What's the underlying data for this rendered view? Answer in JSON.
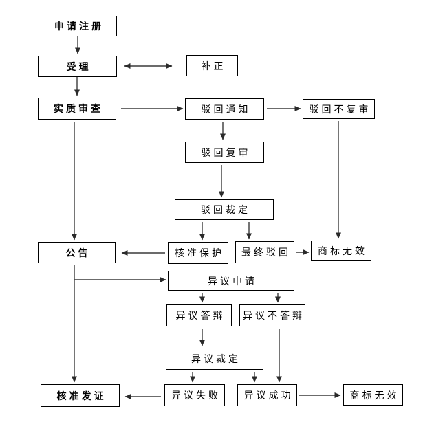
{
  "flowchart": {
    "nodes": {
      "apply": {
        "label": "申请注册"
      },
      "accept": {
        "label": "受理"
      },
      "correction": {
        "label": "补正"
      },
      "exam": {
        "label": "实质审查"
      },
      "reject_notice": {
        "label": "驳回通知"
      },
      "reject_no_review": {
        "label": "驳回不复审"
      },
      "reject_review": {
        "label": "驳回复审"
      },
      "reject_ruling": {
        "label": "驳回裁定"
      },
      "announce": {
        "label": "公告"
      },
      "approve_protect": {
        "label": "核准保护"
      },
      "final_reject": {
        "label": "最终驳回"
      },
      "invalid_1": {
        "label": "商标无效"
      },
      "opposition_apply": {
        "label": "异议申请"
      },
      "opposition_defense": {
        "label": "异议答辩"
      },
      "opposition_no_defense": {
        "label": "异议不答辩"
      },
      "opposition_ruling": {
        "label": "异议裁定"
      },
      "issue_cert": {
        "label": "核准发证"
      },
      "opposition_fail": {
        "label": "异议失败"
      },
      "opposition_success": {
        "label": "异议成功"
      },
      "invalid_2": {
        "label": "商标无效"
      }
    },
    "edges": [
      {
        "from": "apply",
        "to": "accept",
        "type": "arrow"
      },
      {
        "from": "accept",
        "to": "correction",
        "type": "double-arrow"
      },
      {
        "from": "accept",
        "to": "exam",
        "type": "arrow"
      },
      {
        "from": "exam",
        "to": "reject_notice",
        "type": "arrow"
      },
      {
        "from": "exam",
        "to": "announce",
        "type": "arrow"
      },
      {
        "from": "reject_notice",
        "to": "reject_no_review",
        "type": "arrow"
      },
      {
        "from": "reject_notice",
        "to": "reject_review",
        "type": "arrow"
      },
      {
        "from": "reject_review",
        "to": "reject_ruling",
        "type": "arrow"
      },
      {
        "from": "reject_ruling",
        "to": "approve_protect",
        "type": "arrow"
      },
      {
        "from": "reject_ruling",
        "to": "final_reject",
        "type": "arrow"
      },
      {
        "from": "approve_protect",
        "to": "announce",
        "type": "arrow"
      },
      {
        "from": "final_reject",
        "to": "invalid_1",
        "type": "arrow"
      },
      {
        "from": "reject_no_review",
        "to": "invalid_1",
        "type": "arrow"
      },
      {
        "from": "announce",
        "to": "opposition_apply",
        "type": "arrow"
      },
      {
        "from": "announce",
        "to": "issue_cert",
        "type": "arrow"
      },
      {
        "from": "opposition_apply",
        "to": "opposition_defense",
        "type": "arrow"
      },
      {
        "from": "opposition_apply",
        "to": "opposition_no_defense",
        "type": "arrow"
      },
      {
        "from": "opposition_defense",
        "to": "opposition_ruling",
        "type": "arrow"
      },
      {
        "from": "opposition_no_defense",
        "to": "opposition_success",
        "type": "arrow"
      },
      {
        "from": "opposition_ruling",
        "to": "opposition_fail",
        "type": "arrow"
      },
      {
        "from": "opposition_ruling",
        "to": "opposition_success",
        "type": "arrow"
      },
      {
        "from": "opposition_fail",
        "to": "issue_cert",
        "type": "arrow"
      },
      {
        "from": "opposition_success",
        "to": "invalid_2",
        "type": "arrow"
      }
    ],
    "colors": {
      "line": "#3a3a3a",
      "border": "#000000",
      "background": "#ffffff",
      "text": "#000000"
    }
  }
}
